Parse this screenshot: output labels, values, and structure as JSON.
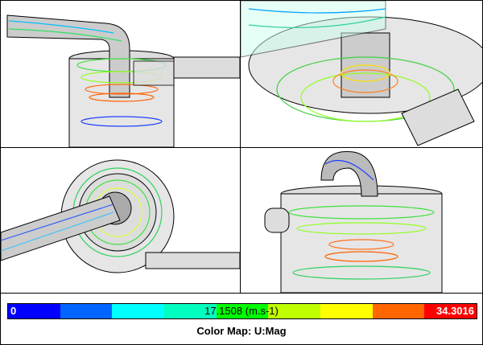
{
  "colormap": {
    "min_label": "0",
    "mid_label": "17.1508 (m.s-1)",
    "max_label": "34.3016",
    "title": "Color Map: U:Mag",
    "colors": [
      "#0000ff",
      "#0066ff",
      "#00ffff",
      "#00ffc0",
      "#00ff00",
      "#bfff00",
      "#ffff00",
      "#ff6600",
      "#ff0000"
    ]
  },
  "viewports": [
    "top-left-view",
    "top-right-view",
    "bottom-left-view",
    "bottom-right-view"
  ]
}
